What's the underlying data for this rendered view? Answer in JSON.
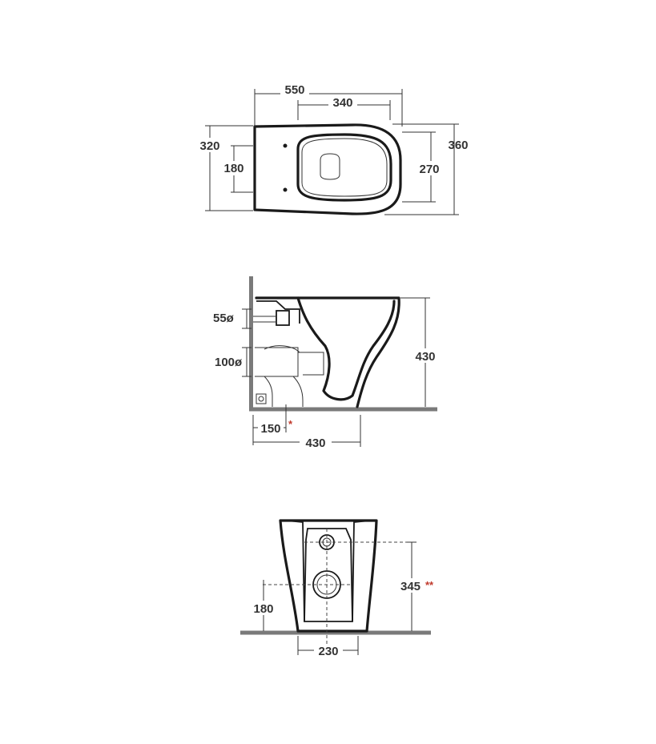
{
  "top_view": {
    "width_total": "550",
    "width_inner": "340",
    "depth_left_outer": "320",
    "depth_left_inner": "180",
    "depth_right_inner": "270",
    "depth_right_outer": "360"
  },
  "side_view": {
    "inlet_diameter": "55ø",
    "outlet_diameter": "100ø",
    "height": "430",
    "outlet_distance": "150",
    "outlet_distance_mark": "*",
    "length": "430"
  },
  "back_view": {
    "inlet_height": "345",
    "inlet_height_mark": "**",
    "outlet_height": "180",
    "base_width": "230"
  },
  "colors": {
    "line": "#1a1a1a",
    "wall_floor": "#7a7a7a",
    "note_mark": "#c0392b"
  }
}
